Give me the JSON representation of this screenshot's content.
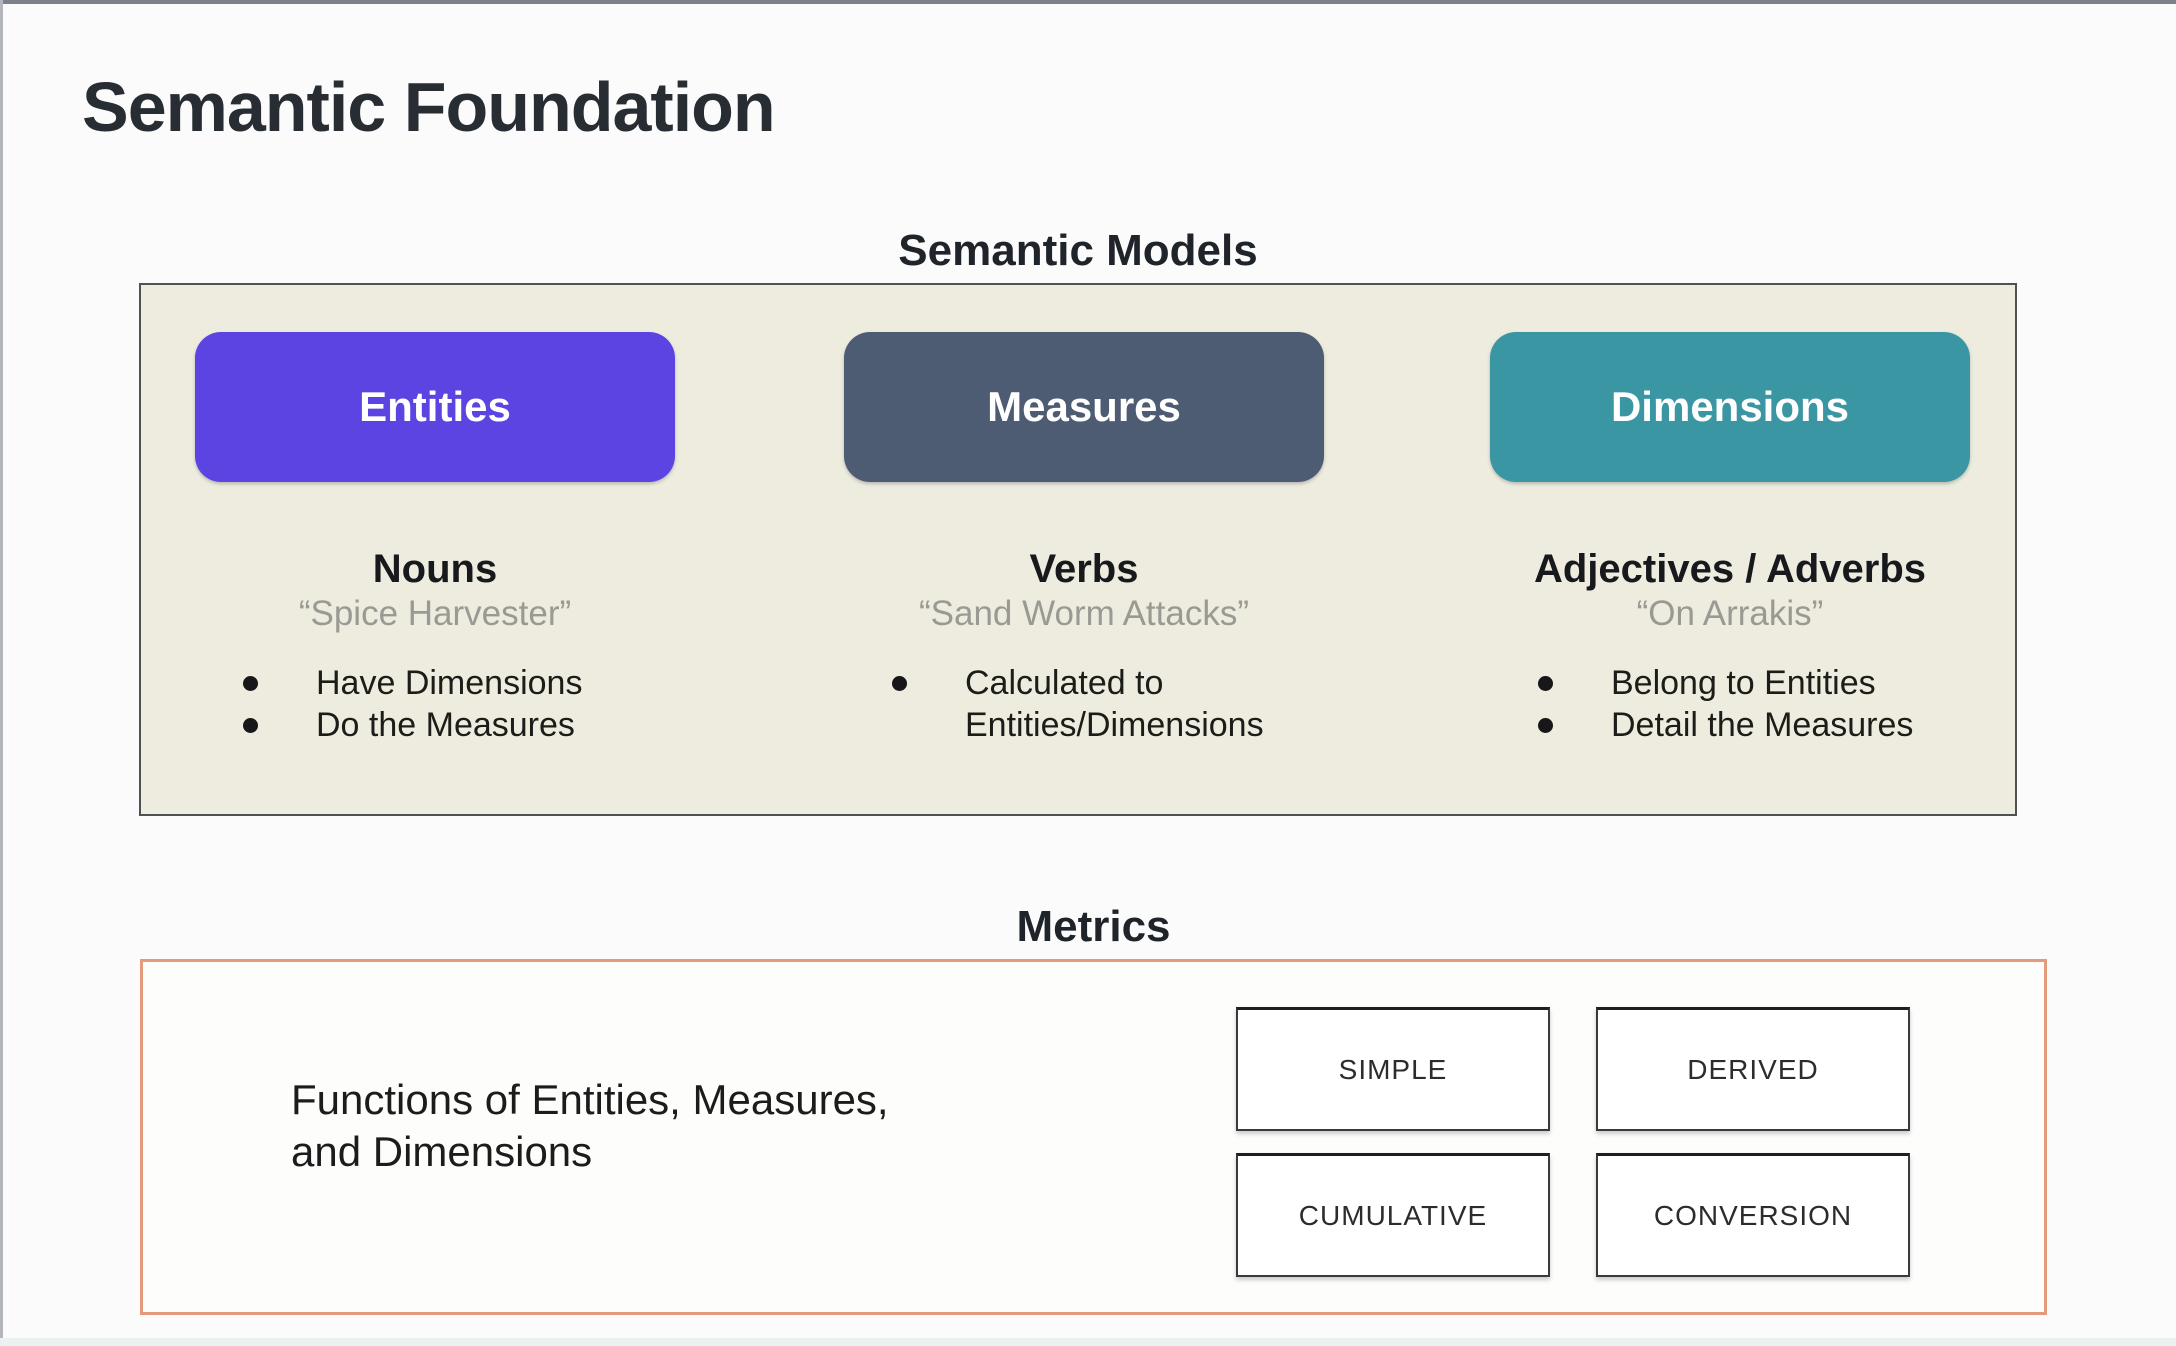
{
  "slide": {
    "title": "Semantic Foundation"
  },
  "semantic_models": {
    "heading": "Semantic Models",
    "panel_bg": "#EDECDF",
    "columns": [
      {
        "pill_label": "Entities",
        "pill_color": "#5B44E2",
        "part_of_speech": "Nouns",
        "example_quote": "“Spice Harvester”",
        "bullets": [
          "Have Dimensions",
          "Do the Measures"
        ]
      },
      {
        "pill_label": "Measures",
        "pill_color": "#4D5C72",
        "part_of_speech": "Verbs",
        "example_quote": "“Sand Worm Attacks”",
        "bullets": [
          "Calculated to\nEntities/Dimensions"
        ]
      },
      {
        "pill_label": "Dimensions",
        "pill_color": "#3B96A3",
        "part_of_speech": "Adjectives / Adverbs",
        "example_quote": "“On Arrakis”",
        "bullets": [
          "Belong to Entities",
          "Detail the Measures"
        ]
      }
    ]
  },
  "metrics": {
    "heading": "Metrics",
    "border_color": "#E49B7C",
    "description": "Functions of Entities, Measures,\nand Dimensions",
    "types": [
      "SIMPLE",
      "DERIVED",
      "CUMULATIVE",
      "CONVERSION"
    ]
  }
}
